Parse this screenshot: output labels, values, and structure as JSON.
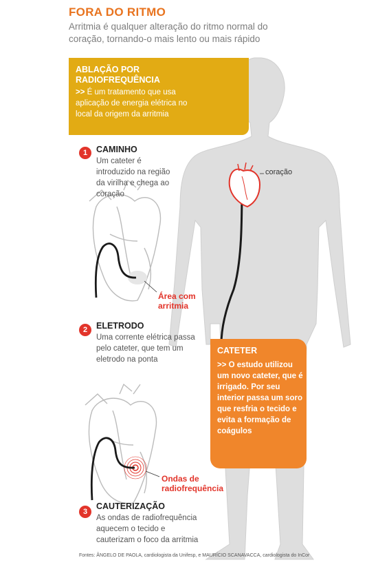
{
  "header": {
    "title": "FORA DO RITMO",
    "subtitle": "Arritmia é qualquer alteração do ritmo normal do coração, tornando-o mais lento ou mais rápido"
  },
  "ablation": {
    "title": "ABLAÇÃO POR RADIOFREQUÊNCIA",
    "arrow": ">>",
    "description": "É um tratamento que usa aplicação de energia elétrica no local da origem da arritmia"
  },
  "steps": [
    {
      "number": "1",
      "title": "CAMINHO",
      "description": "Um cateter é introduzido na região da virilha e chega ao coração"
    },
    {
      "number": "2",
      "title": "ELETRODO",
      "description": "Uma corrente elétrica passa pelo cateter, que tem um eletrodo na ponta"
    },
    {
      "number": "3",
      "title": "CAUTERIZAÇÃO",
      "description": "As ondas de radiofrequência aquecem o tecido e cauterizam o foco da arritmia"
    }
  ],
  "labels": {
    "area_arritmia": "Área com arritmia",
    "ondas": "Ondas de radiofrequência",
    "coracao": "coração"
  },
  "cateter": {
    "title": "CATETER",
    "arrow": ">>",
    "description": "O estudo utilizou um novo cateter, que é irrigado. Por seu interior passa um soro que resfria o tecido e evita a formação de coágulos"
  },
  "sources": "Fontes: ÂNGELO DE PAOLA, cardiologista da Unifesp, e MAURÍCIO SCANAVACCA, cardiologista do InCor",
  "colors": {
    "title_orange": "#e8731e",
    "ablation_yellow": "#e2ab14",
    "cateter_orange": "#f0862b",
    "step_red": "#e2342a",
    "body_gray": "#dcdcdc"
  }
}
